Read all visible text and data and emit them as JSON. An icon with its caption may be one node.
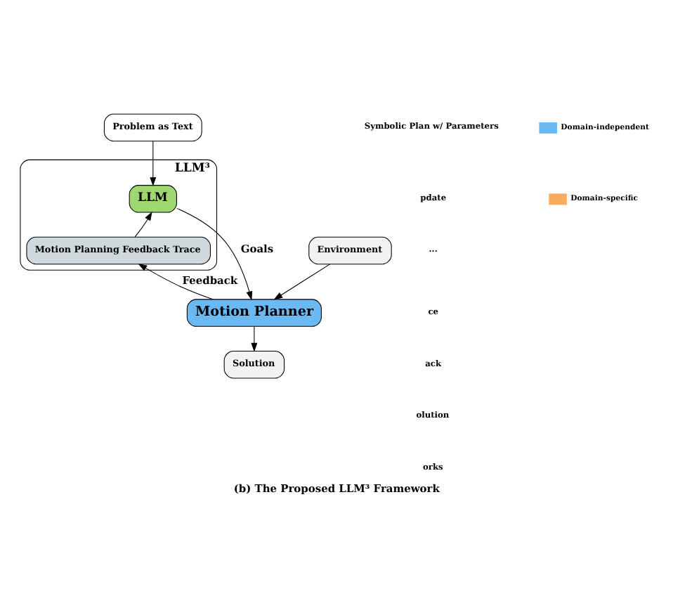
{
  "diagram": {
    "caption": "(b) The Proposed LLM³ Framework",
    "nodes": [
      {
        "text": [
          "Problem as Text"
        ]
      },
      {
        "text": [
          "LLM³"
        ]
      },
      {
        "text": [
          "LLM"
        ],
        "in": 1
      },
      {
        "text": [
          "Motion Planning Feedback Trace"
        ],
        "in": 1
      },
      {
        "text": [
          "Motion Planner"
        ]
      },
      {
        "text": [
          "Environment"
        ]
      },
      {
        "text": [
          "Solution"
        ]
      }
    ],
    "edges": [
      {
        "from": 0,
        "to": 2,
        "arrow": "to"
      },
      {
        "from": 2,
        "to": 4,
        "arrow": "to",
        "label": "Goals"
      },
      {
        "from": 4,
        "to": 3,
        "arrow": "to",
        "label": "Feedback"
      },
      {
        "from": 3,
        "to": 2,
        "arrow": "to"
      },
      {
        "from": 5,
        "to": 4,
        "arrow": "to"
      },
      {
        "from": 4,
        "to": 6,
        "arrow": "to"
      }
    ],
    "labels": [
      "Symbolic Plan w/ Parameters",
      "pdate",
      "...",
      "ce",
      "ack",
      "olution",
      "orks"
    ],
    "legend": [
      {
        "text": "Domain-independent",
        "color": "#6bb9f2"
      },
      {
        "text": "Domain-specific",
        "color": "#f9ad5c"
      }
    ]
  }
}
